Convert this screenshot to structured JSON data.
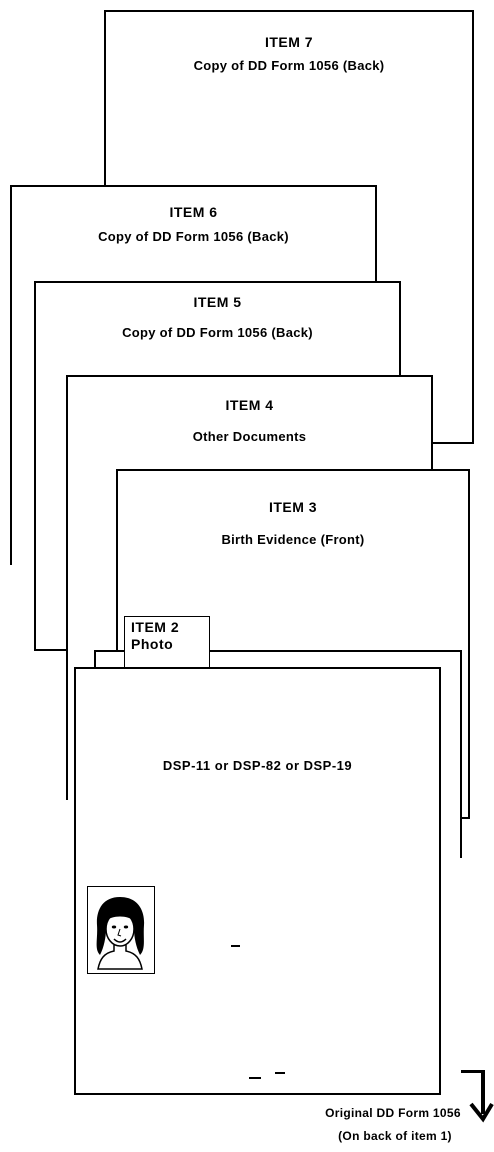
{
  "items": [
    {
      "title": "ITEM 7",
      "subtitle": "Copy of DD Form 1056 (Back)"
    },
    {
      "title": "ITEM 6",
      "subtitle": "Copy of DD Form 1056 (Back)"
    },
    {
      "title": "ITEM 5",
      "subtitle": "Copy of DD Form 1056 (Back)"
    },
    {
      "title": "ITEM 4",
      "subtitle": "Other Documents"
    },
    {
      "title": "ITEM 3",
      "subtitle": "Birth Evidence (Front)"
    }
  ],
  "item2_tab": {
    "title": "ITEM 2",
    "subtitle": "Photo"
  },
  "item1": {
    "form_text": "DSP-11 or DSP-82 or DSP-19"
  },
  "note": {
    "line1": "Original DD Form 1056",
    "line2": "(On back of item 1)"
  },
  "icons": {
    "photo": "woman-portrait-icon",
    "arrow": "arrow-down-icon"
  }
}
